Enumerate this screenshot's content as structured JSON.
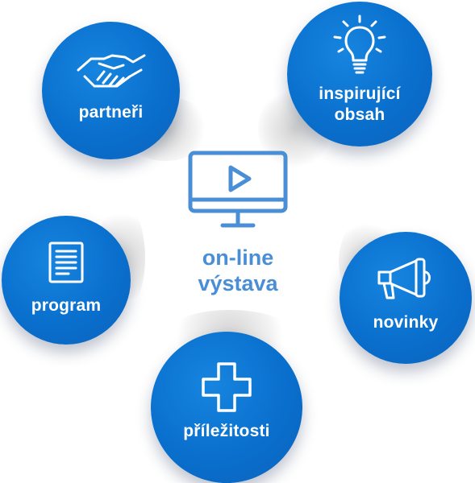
{
  "center": {
    "line1": "on-line",
    "line2": "výstava",
    "icon": "monitor-play-icon"
  },
  "nodes": {
    "partneri": {
      "label": "partneři",
      "icon": "handshake-icon"
    },
    "inspirujici": {
      "line1": "inspirující",
      "line2": "obsah",
      "icon": "lightbulb-icon"
    },
    "program": {
      "label": "program",
      "icon": "document-icon"
    },
    "novinky": {
      "label": "novinky",
      "icon": "megaphone-icon"
    },
    "prilezitosti": {
      "label": "příležitosti",
      "icon": "plus-icon"
    }
  },
  "colors": {
    "circle": "#0a6fcd",
    "center_accent": "#4a8fd6",
    "icon_line": "#ffffff"
  }
}
